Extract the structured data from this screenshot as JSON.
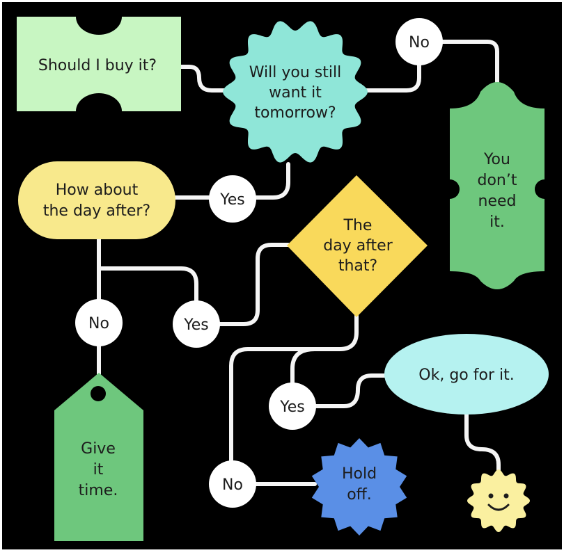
{
  "nodes": {
    "should_buy": "Should I buy it?",
    "still_want": [
      "Will you still",
      "want it",
      "tomorrow?"
    ],
    "day_after": [
      "How about",
      "the day after?"
    ],
    "day_after_that": [
      "The",
      "day after",
      "that?"
    ],
    "dont_need": [
      "You",
      "don’t",
      "need",
      "it."
    ],
    "go_for_it": "Ok, go for it.",
    "give_time": [
      "Give",
      "it",
      "time."
    ],
    "hold_off": [
      "Hold",
      "off."
    ]
  },
  "answers": {
    "yes": "Yes",
    "no": "No"
  },
  "colors": {
    "background": "#000000",
    "connector": "#f5f5f5",
    "light_green": "#c8f6c2",
    "teal": "#8fe6d8",
    "yellow": "#f8e98c",
    "gold": "#f9d95b",
    "green": "#6ec77d",
    "light_cyan": "#b5f2f0",
    "blue": "#5a8fe6",
    "pale_yellow": "#faf0a0",
    "white": "#ffffff"
  },
  "icons": {
    "smiley": "smiley-face-icon"
  }
}
